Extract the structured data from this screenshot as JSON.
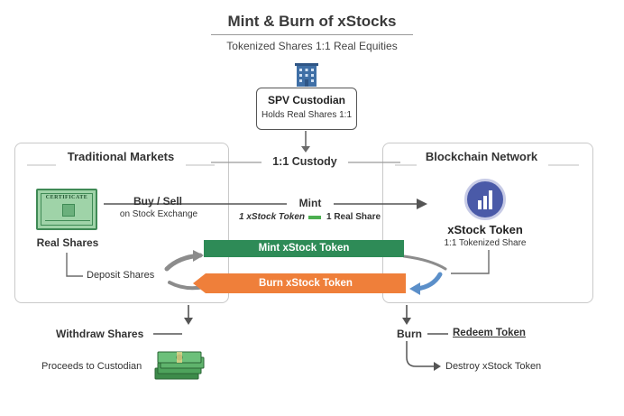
{
  "header": {
    "title": "Mint & Burn of xStocks",
    "subtitle": "Tokenized Shares 1:1 Real Equities"
  },
  "custodian": {
    "name": "SPV Custodian",
    "description": "Holds Real Shares 1:1"
  },
  "custody_label": "1:1 Custody",
  "left_panel": {
    "title": "Traditional Markets",
    "certificate_text": "CERTIFICATE",
    "asset_label": "Real Shares",
    "buy_sell": "Buy / Sell",
    "exchange": "on Stock Exchange",
    "deposit": "Deposit Shares"
  },
  "right_panel": {
    "title": "Blockchain Network",
    "token_name": "xStock Token",
    "token_desc": "1:1 Tokenized Share"
  },
  "mint": {
    "label": "Mint",
    "ratio_left": "1 xStock Token",
    "ratio_right": "1 Real Share",
    "band": "Mint xStock Token"
  },
  "burn": {
    "band": "Burn xStock Token",
    "label": "Burn",
    "redeem": "Redeem Token",
    "destroy": "Destroy xStock Token"
  },
  "withdraw": {
    "label": "Withdraw Shares",
    "proceeds": "Proceeds to Custodian"
  },
  "colors": {
    "mint_green": "#2e8b57",
    "burn_orange": "#ef7f3a",
    "token_blue": "#4a5aa8",
    "building_blue": "#3f6fa6",
    "arrow_gray": "#5b5b5b"
  }
}
